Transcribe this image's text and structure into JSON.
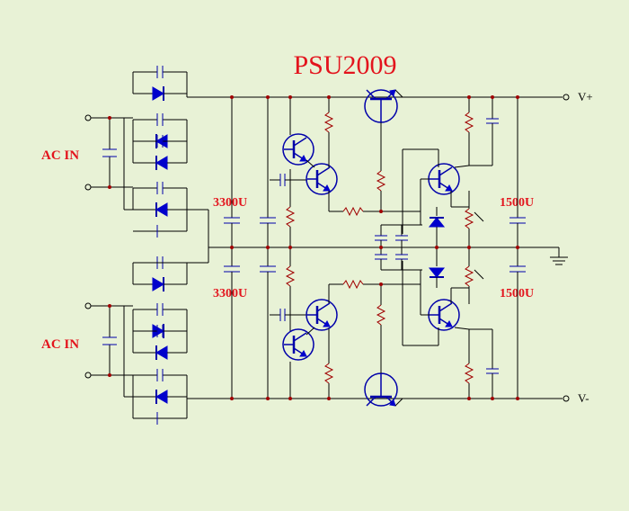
{
  "title": "PSU2009",
  "labels": {
    "ac_in_top": "AC IN",
    "ac_in_bottom": "AC IN",
    "cap_left_top": "3300U",
    "cap_left_bottom": "3300U",
    "cap_right_top": "1500U",
    "cap_right_bottom": "1500U",
    "v_plus": "V+",
    "v_minus": "V-"
  }
}
